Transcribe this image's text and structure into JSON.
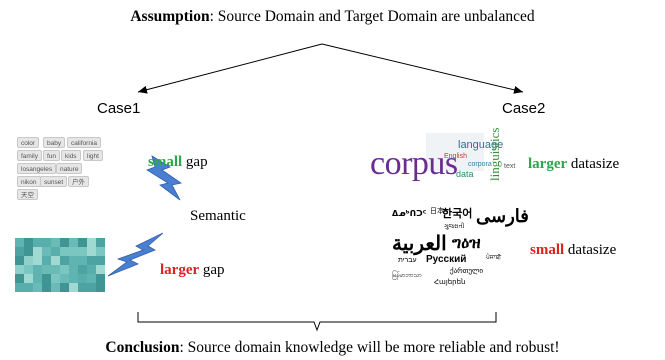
{
  "assumption": {
    "label": "Assumption",
    "text": ": Source Domain and Target Domain are unbalanced"
  },
  "case1": {
    "label": "Case1"
  },
  "case2": {
    "label": "Case2"
  },
  "semantic_label": "Semantic",
  "left_labels": [
    {
      "emph": "small",
      "rest": " gap",
      "emph_color": "#2aa84a"
    },
    {
      "emph": "larger",
      "rest": " gap",
      "emph_color": "#e02020"
    }
  ],
  "right_labels": [
    {
      "emph": "larger",
      "rest": " datasize",
      "emph_color": "#2aa84a"
    },
    {
      "emph": "small",
      "rest": " datasize",
      "emph_color": "#e02020"
    }
  ],
  "tags": [
    "color",
    "baby",
    "california",
    "family",
    "fun",
    "kids",
    "light",
    "losangeles",
    "nature",
    "nikon",
    "sunset",
    "户外",
    "天空"
  ],
  "wordcloud_words": [
    "corpus",
    "language",
    "linguistics",
    "English",
    "corpora",
    "data",
    "text"
  ],
  "language_words": [
    "ᐃᓄᒃᑎᑐᑦ",
    "日本",
    "한국어",
    "فارسی",
    "ગુજરાતી",
    "العربية",
    "ግዕዝ",
    "עברית",
    "Русский",
    "ਪੰਜਾਬੀ",
    "ქართული",
    "မြန်မာဘာသာ",
    "Հայերեն"
  ],
  "conclusion": {
    "label": "Conclusion",
    "text": ": Source domain knowledge will be more reliable and robust!"
  },
  "colors": {
    "green": "#2aa84a",
    "red": "#e02020",
    "bolt": "#4a7fd0"
  }
}
